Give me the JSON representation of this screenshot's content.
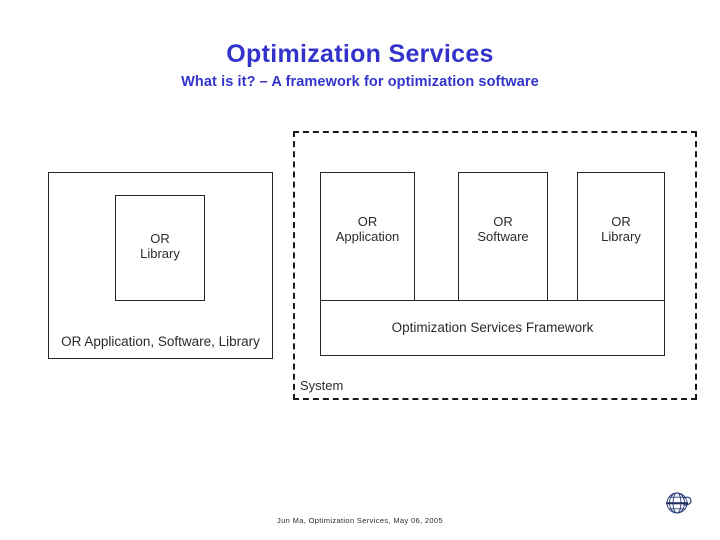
{
  "slide": {
    "title": "Optimization Services",
    "subtitle": "What is it? – A framework for optimization software",
    "footer": "Jun Ma, Optimization Services, May 06, 2005",
    "accent_color": "#3333cc",
    "line_color": "#262626",
    "background": "#ffffff"
  },
  "left_diagram": {
    "outer_label": "OR Application, Software, Library",
    "inner_label": "OR\nLibrary"
  },
  "right_diagram": {
    "system_label": "System",
    "components": [
      {
        "label": "OR\nApplication"
      },
      {
        "label": "OR\nSoftware"
      },
      {
        "label": "OR\nLibrary"
      }
    ],
    "framework_label": "Optimization Services Framework"
  },
  "logo": {
    "name": "globe-logo",
    "color": "#2b3b7a"
  }
}
